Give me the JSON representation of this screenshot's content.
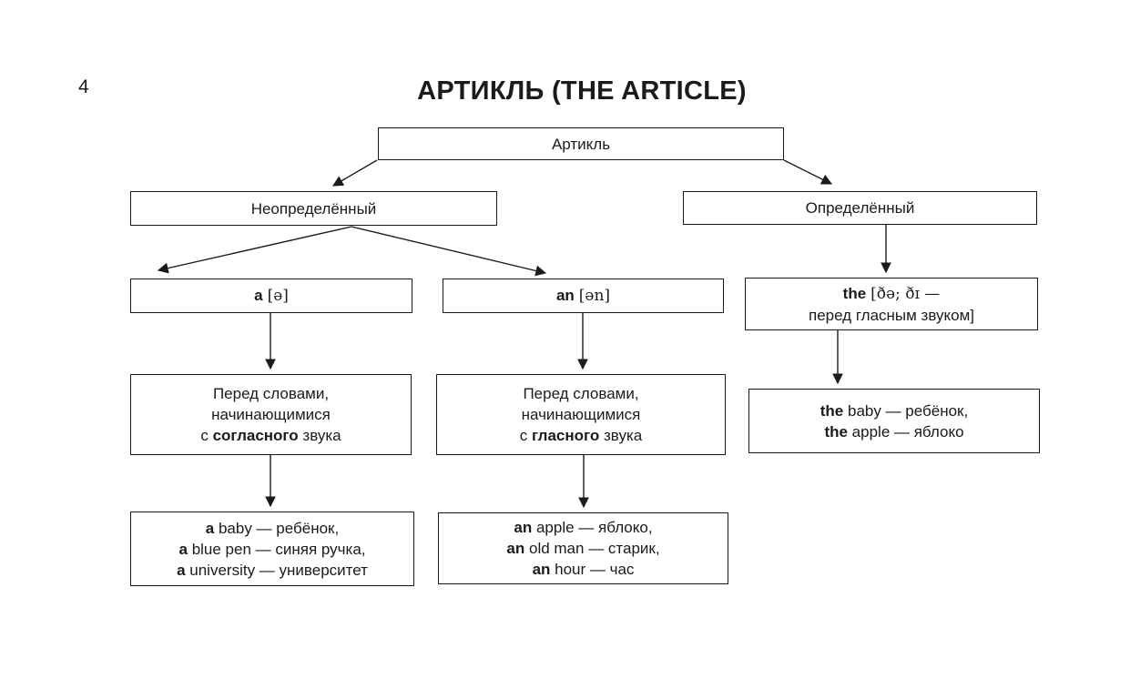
{
  "page": {
    "number": "4",
    "title": "АРТИКЛЬ (THE ARTICLE)"
  },
  "colors": {
    "ink": "#1b1b1b",
    "background": "#ffffff"
  },
  "diagram": {
    "root": {
      "label": "Артикль"
    },
    "indefinite": {
      "label": "Неопределённый"
    },
    "definite": {
      "label": "Определённый"
    },
    "article_a": {
      "word": "a",
      "transcription": "[ə]"
    },
    "article_an": {
      "word": "an",
      "transcription": "[ən]"
    },
    "article_the": {
      "word": "the",
      "transcription": "[ðə; ðɪ —",
      "transcription_line2": "перед гласным звуком]"
    },
    "rule_a": {
      "line1": "Перед словами,",
      "line2": "начинающимися",
      "line3_pre": "с ",
      "line3_bold": "согласного",
      "line3_post": " звука"
    },
    "rule_an": {
      "line1": "Перед словами,",
      "line2": "начинающимися",
      "line3_pre": "с ",
      "line3_bold": "гласного",
      "line3_post": " звука"
    },
    "examples_the": {
      "lines": [
        {
          "bold": "the",
          "rest": " baby — ребёнок,"
        },
        {
          "bold": "the",
          "rest": " apple — яблоко"
        }
      ]
    },
    "examples_a": {
      "lines": [
        {
          "bold": "a",
          "rest": " baby — ребёнок,"
        },
        {
          "bold": "a",
          "rest": " blue pen — синяя ручка,"
        },
        {
          "bold": "a",
          "rest": " university — университет"
        }
      ]
    },
    "examples_an": {
      "lines": [
        {
          "bold": "an",
          "rest": " apple — яблоко,"
        },
        {
          "bold": "an",
          "rest": " old man — старик,"
        },
        {
          "bold": "an",
          "rest": " hour — час"
        }
      ]
    }
  }
}
